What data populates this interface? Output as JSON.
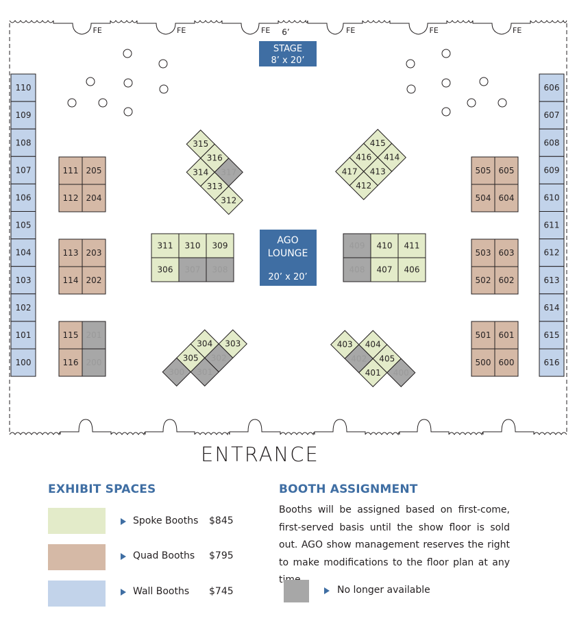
{
  "colors": {
    "spoke": "#e3ebc9",
    "quad": "#d5b9a6",
    "wall": "#c2d3ea",
    "unavailable": "#a7a7a7",
    "accent_blue": "#3f6ea3",
    "outline": "#231f20"
  },
  "floor_plan": {
    "fe_labels": [
      "FE",
      "FE",
      "FE",
      "FE",
      "FE",
      "FE"
    ],
    "door_dimension": "6’",
    "stage": {
      "line1": "STAGE",
      "line2": "8’ x 20’"
    },
    "lounge": {
      "line1": "AGO",
      "line2": "LOUNGE",
      "line3": "20’ x 20’"
    },
    "entrance_label": "ENTRANCE",
    "left_wall_booths": [
      "110",
      "109",
      "108",
      "107",
      "106",
      "105",
      "104",
      "103",
      "102",
      "101",
      "100"
    ],
    "right_wall_booths": [
      "606",
      "607",
      "608",
      "609",
      "610",
      "611",
      "612",
      "613",
      "614",
      "615",
      "616"
    ],
    "quad_left": [
      {
        "booths": [
          "111",
          "205",
          "112",
          "204"
        ],
        "unavailable": []
      },
      {
        "booths": [
          "113",
          "203",
          "114",
          "202"
        ],
        "unavailable": []
      },
      {
        "booths": [
          "115",
          "201",
          "116",
          "200"
        ],
        "unavailable": [
          "201",
          "200"
        ]
      }
    ],
    "quad_right": [
      {
        "booths": [
          "505",
          "605",
          "504",
          "604"
        ],
        "unavailable": []
      },
      {
        "booths": [
          "503",
          "603",
          "502",
          "602"
        ],
        "unavailable": []
      },
      {
        "booths": [
          "501",
          "601",
          "500",
          "600"
        ],
        "unavailable": []
      }
    ],
    "spoke_top_left": {
      "booths": [
        "315",
        "314",
        "316",
        "313",
        "317",
        "312"
      ],
      "unavailable": [
        "317"
      ]
    },
    "spoke_top_right": {
      "booths": [
        "415",
        "416",
        "414",
        "417",
        "413",
        "412"
      ],
      "unavailable": []
    },
    "spoke_mid_left": {
      "booths": [
        "311",
        "310",
        "309",
        "306",
        "307",
        "308"
      ],
      "unavailable": [
        "307",
        "308"
      ]
    },
    "spoke_mid_right": {
      "booths": [
        "409",
        "410",
        "411",
        "408",
        "407",
        "406"
      ],
      "unavailable": [
        "409",
        "408"
      ]
    },
    "spoke_bottom_left": {
      "booths": [
        "303",
        "304",
        "302",
        "305",
        "301",
        "300"
      ],
      "unavailable": [
        "302",
        "301",
        "300"
      ]
    },
    "spoke_bottom_right": {
      "booths": [
        "403",
        "402",
        "404",
        "401",
        "405",
        "400"
      ],
      "unavailable": [
        "402",
        "400"
      ]
    }
  },
  "exhibit_spaces": {
    "title": "EXHIBIT SPACES",
    "items": [
      {
        "label": "Spoke Booths",
        "price": "$845",
        "color": "#e3ebc9"
      },
      {
        "label": "Quad Booths",
        "price": "$795",
        "color": "#d5b9a6"
      },
      {
        "label": "Wall Booths",
        "price": "$745",
        "color": "#c2d3ea"
      }
    ]
  },
  "booth_assignment": {
    "title": "BOOTH ASSIGNMENT",
    "body": "Booths will be assigned based on first-come, first-served basis until the show floor is sold out. AGO show management reserves the right to make modifications to the floor plan at any time.",
    "unavailable_label": "No longer available"
  }
}
